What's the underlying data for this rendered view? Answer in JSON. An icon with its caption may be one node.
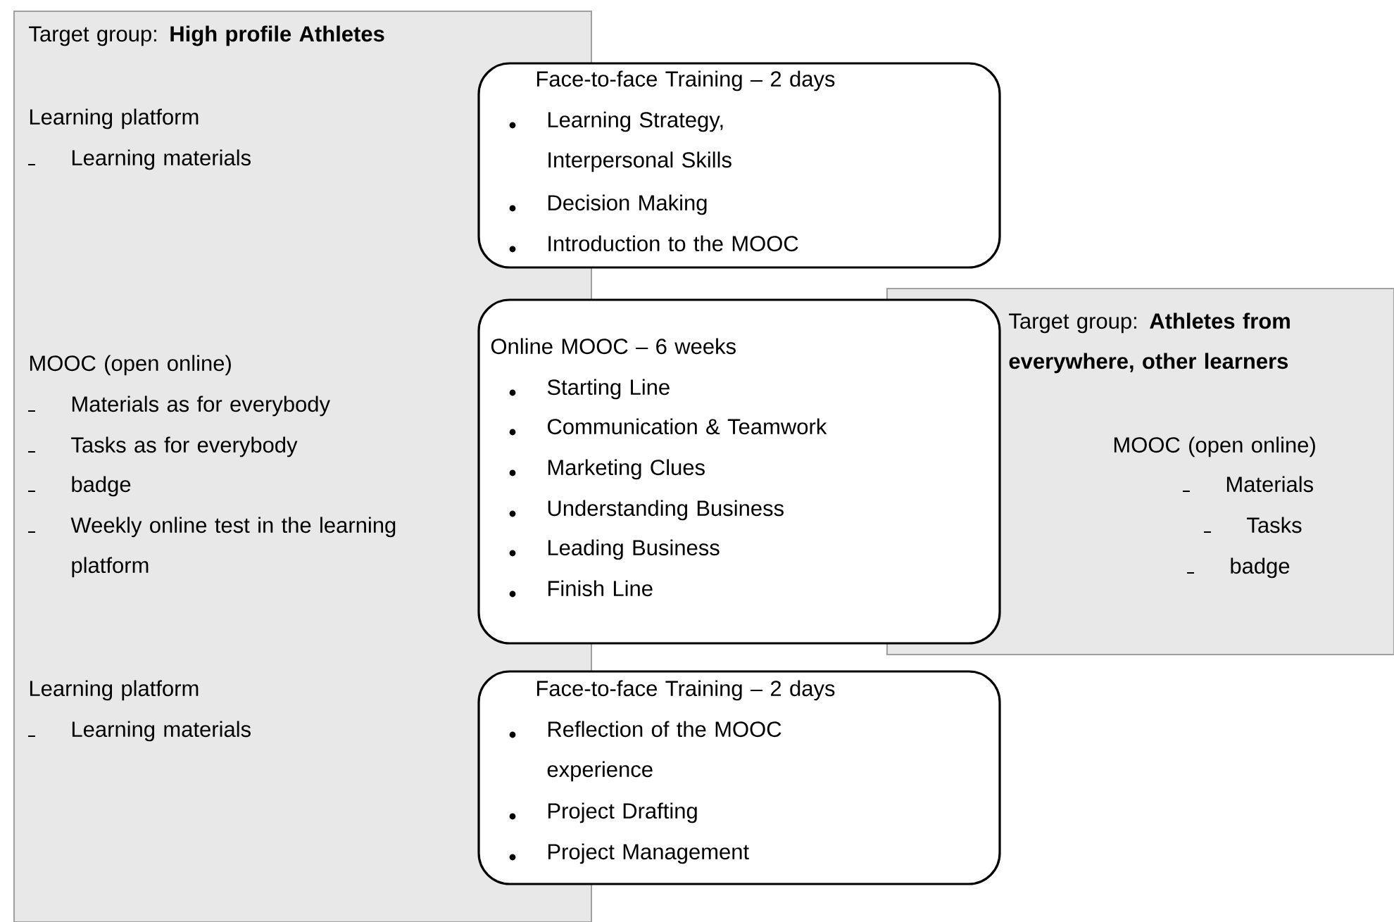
{
  "diagram": {
    "nodes": [
      {
        "text": [
          "Target group: **High profile Athletes**",
          "Learning platform",
          "Learning materials",
          "MOOC (open online)",
          "Materials as for everybody",
          "Tasks as for everybody",
          "badge",
          "Weekly online test in the learning platform",
          "Learning platform",
          "Learning materials"
        ]
      },
      {
        "text": [
          "Target group: **Athletes from everywhere, other learners**",
          "MOOC (open online)",
          "Materials",
          "Tasks",
          "badge"
        ]
      },
      {
        "text": [
          "Face-to-face Training – 2 days",
          "Learning Strategy, Interpersonal Skills",
          "Decision Making",
          "Introduction to the MOOC"
        ]
      },
      {
        "text": [
          "Online MOOC – 6 weeks",
          "Starting Line",
          "Communication & Teamwork",
          "Marketing Clues",
          "Understanding Business",
          "Leading Business",
          "Finish Line"
        ]
      },
      {
        "text": [
          "Face-to-face Training – 2 days",
          "Reflection of the MOOC experience",
          "Project Drafting",
          "Project Management"
        ]
      }
    ],
    "edges": []
  }
}
